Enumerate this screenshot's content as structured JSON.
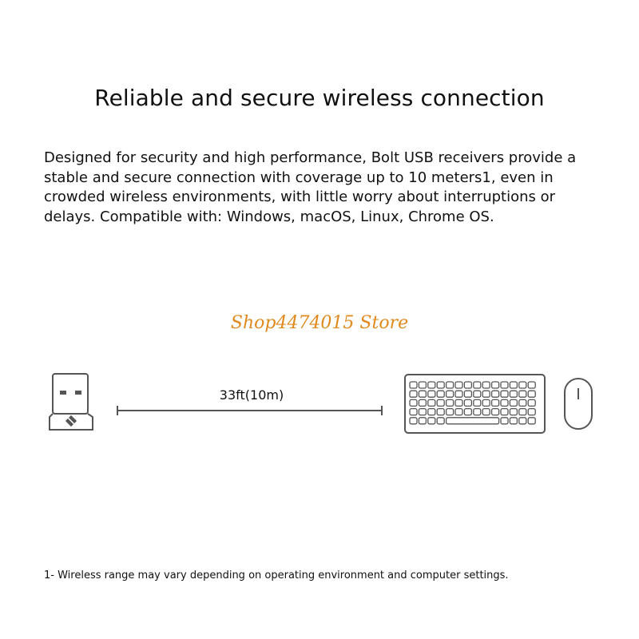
{
  "title": "Reliable and secure wireless connection",
  "description": "Designed for security and high performance, Bolt USB receivers provide a stable and secure connection with coverage up to 10 meters1, even in crowded wireless environments, with little worry about interruptions or delays. Compatible with: Windows, macOS, Linux, Chrome OS.",
  "watermark": "Shop4474015 Store",
  "range_label": "33ft(10m)",
  "footnote": "1- Wireless range may vary depending on operating environment and computer settings.",
  "icons": {
    "receiver": "usb-receiver-icon",
    "keyboard": "keyboard-icon",
    "mouse": "mouse-icon"
  },
  "colors": {
    "watermark": "#e08a1e",
    "line_art": "#555555"
  }
}
